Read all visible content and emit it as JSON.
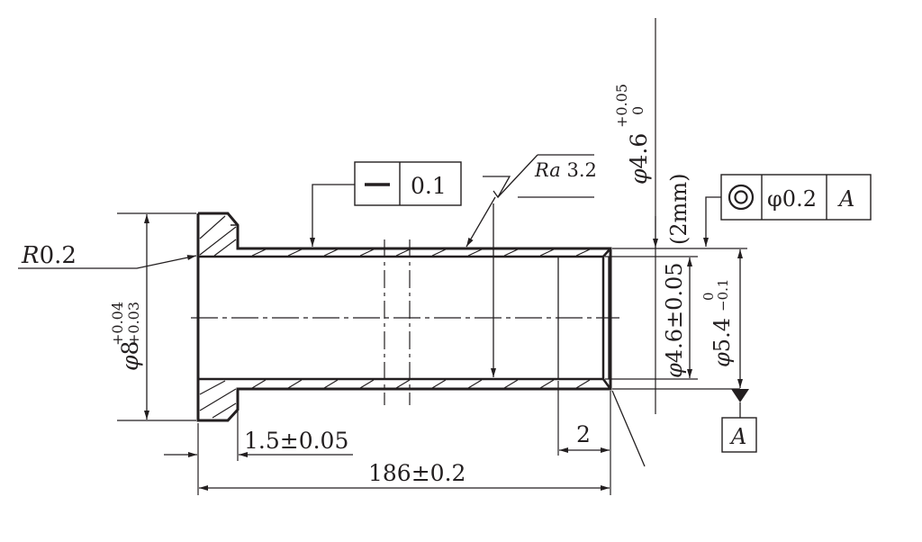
{
  "drawing": {
    "radius_label": {
      "prefix": "R",
      "value": "0.2"
    },
    "flange_dia": {
      "symbol": "φ",
      "value": "8",
      "tol_upper": "+0.04",
      "tol_lower": "+0.03"
    },
    "flatness": {
      "symbol": "flatness-icon",
      "value": "0.1"
    },
    "roughness": {
      "param": "Ra",
      "value": "3.2"
    },
    "outer_dia_top": {
      "symbol": "φ",
      "value": "4.6",
      "tol_upper": "+0.05",
      "tol_lower": "0"
    },
    "depth_note": "(2mm)",
    "concentricity": {
      "symbol": "concentricity-icon",
      "value": "φ0.2",
      "datum": "A"
    },
    "inner_dia": {
      "symbol": "φ",
      "value": "4.6",
      "tol": "±0.05"
    },
    "outer_dia": {
      "symbol": "φ",
      "value": "5.4",
      "tol_upper": "0",
      "tol_lower": "−0.1"
    },
    "datum_label": "A",
    "flange_thickness": "1.5±0.05",
    "end_length": "2",
    "total_length": "186±0.2"
  }
}
